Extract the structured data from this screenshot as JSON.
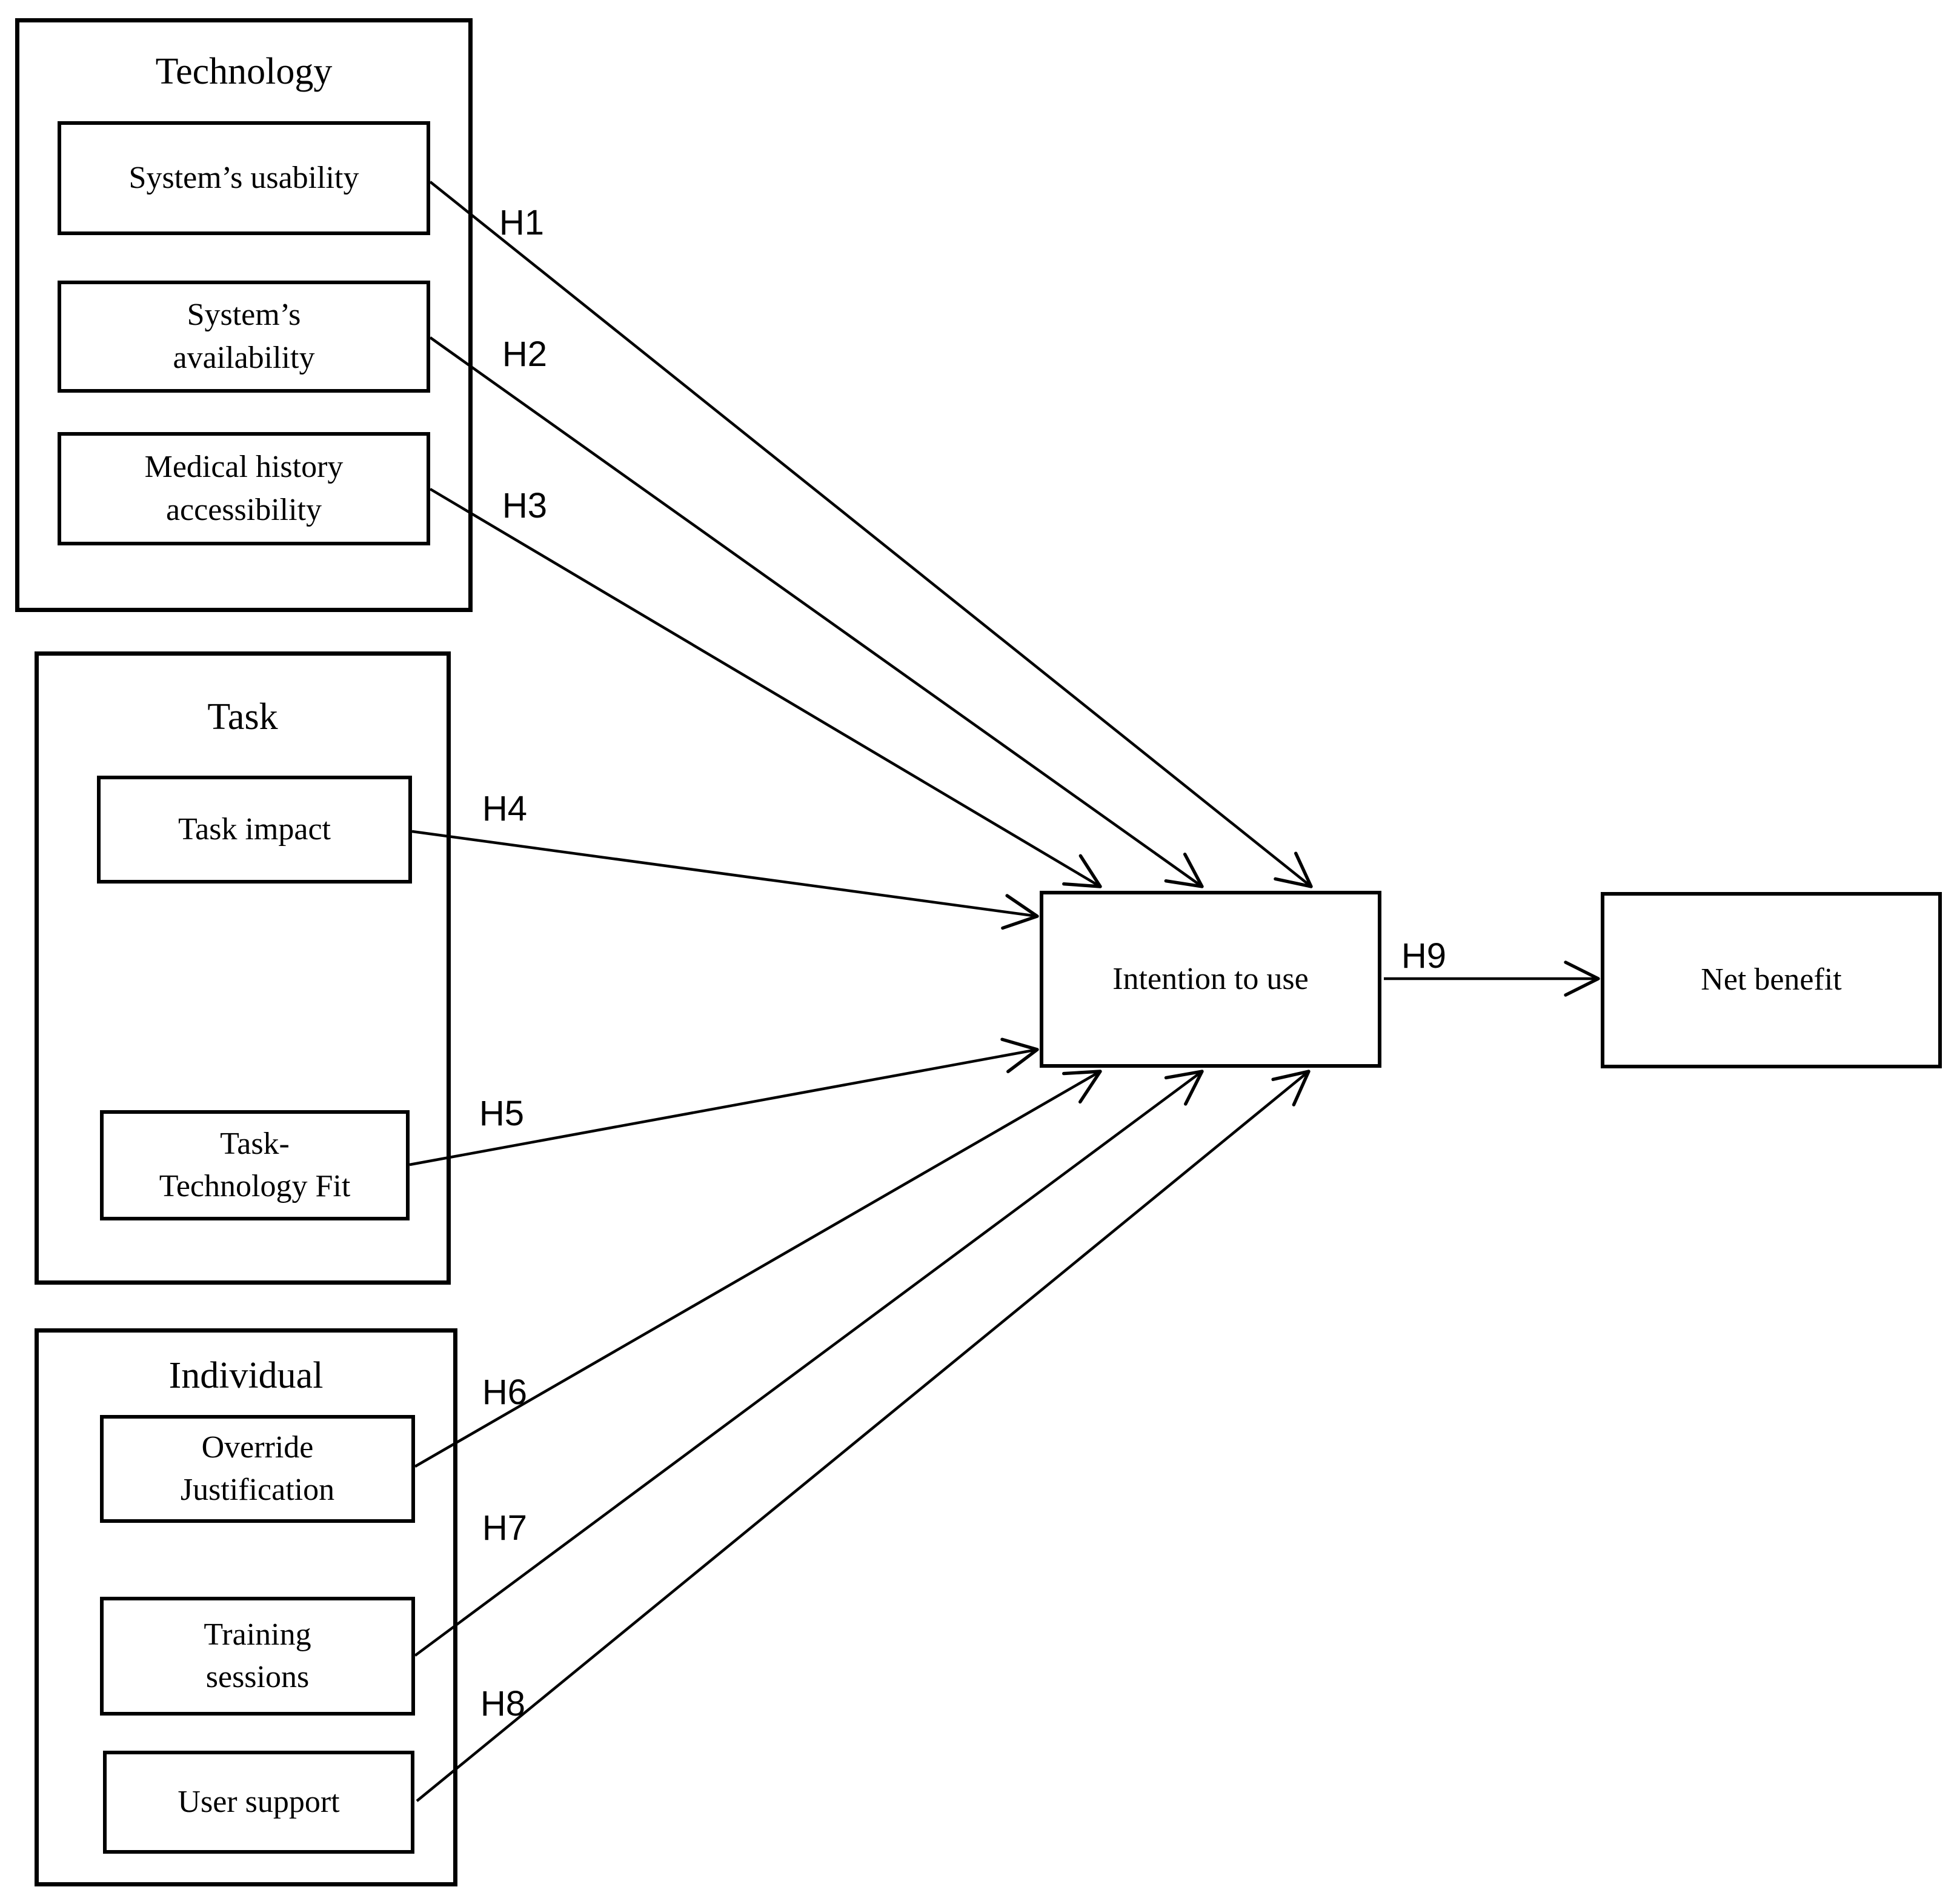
{
  "figure": {
    "groups": [
      {
        "title": "Technology",
        "items": [
          {
            "label": "System’s usability"
          },
          {
            "label": "System’s\navailability"
          },
          {
            "label": "Medical history\naccessibility"
          }
        ]
      },
      {
        "title": "Task",
        "items": [
          {
            "label": "Task impact"
          },
          {
            "label": "Task-\nTechnology Fit"
          }
        ]
      },
      {
        "title": "Individual",
        "items": [
          {
            "label": "Override\nJustification"
          },
          {
            "label": "Training\nsessions"
          },
          {
            "label": "User support"
          }
        ]
      }
    ],
    "outcome_nodes": [
      {
        "label": "Intention to use"
      },
      {
        "label": "Net benefit"
      }
    ],
    "hypotheses": [
      {
        "id": "H1",
        "from": "System’s usability",
        "to": "Intention to use"
      },
      {
        "id": "H2",
        "from": "System’s availability",
        "to": "Intention to use"
      },
      {
        "id": "H3",
        "from": "Medical history accessibility",
        "to": "Intention to use"
      },
      {
        "id": "H4",
        "from": "Task impact",
        "to": "Intention to use"
      },
      {
        "id": "H5",
        "from": "Task-Technology Fit",
        "to": "Intention to use"
      },
      {
        "id": "H6",
        "from": "Override Justification",
        "to": "Intention to use"
      },
      {
        "id": "H7",
        "from": "Training sessions",
        "to": "Intention to use"
      },
      {
        "id": "H8",
        "from": "User support",
        "to": "Intention to use"
      },
      {
        "id": "H9",
        "from": "Intention to use",
        "to": "Net benefit"
      }
    ],
    "colors": {
      "stroke": "#000000",
      "background": "#ffffff"
    }
  }
}
